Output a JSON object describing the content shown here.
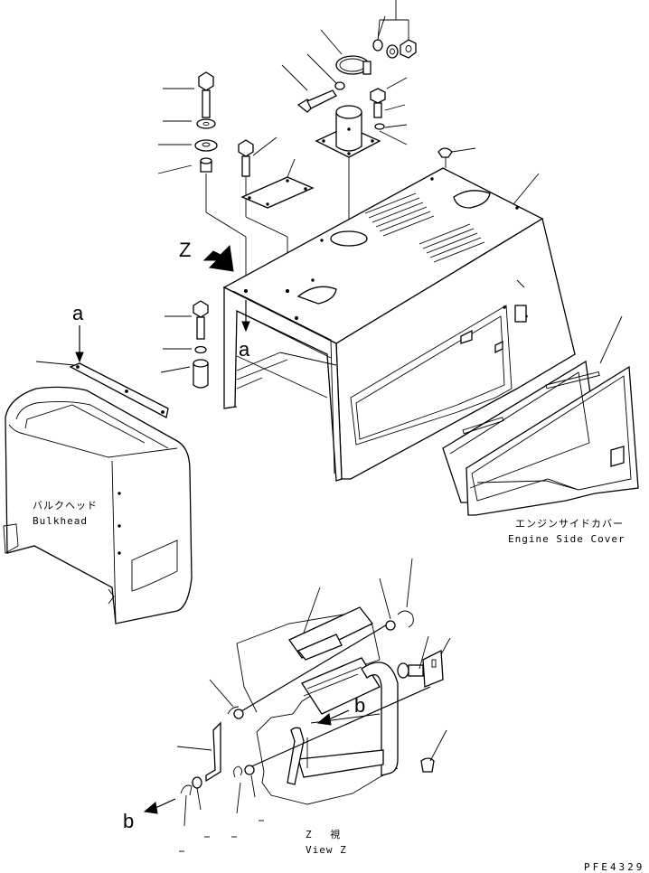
{
  "labels": {
    "z_arrow": "Z",
    "a_top": "a",
    "a_frame": "a",
    "b_right": "b",
    "b_left": "b",
    "bulkhead_jp": "バルクヘッド",
    "bulkhead_en": "Bulkhead",
    "side_cover_jp": "エンジンサイドカバー",
    "side_cover_en": "Engine Side Cover",
    "view_z_jp": "Z　 視",
    "view_z_en": "View Z",
    "drawing_no": "PFE4329"
  }
}
